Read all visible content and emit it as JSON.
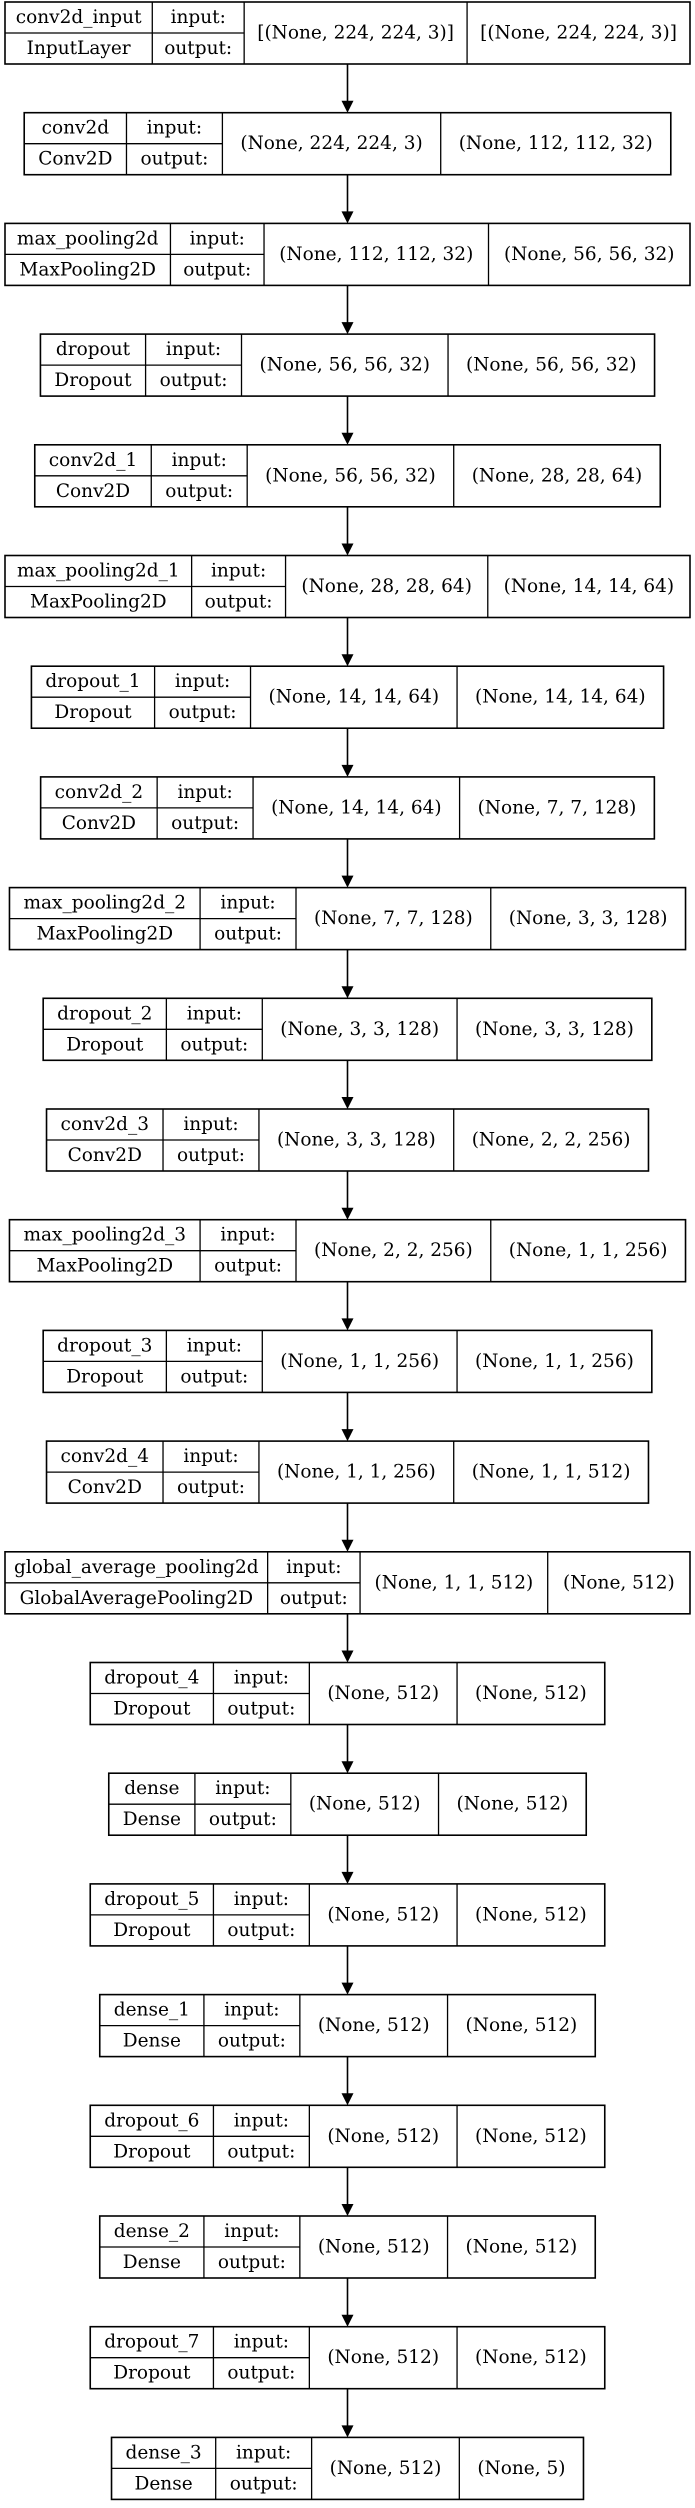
{
  "model_plot": {
    "input_label": "input:",
    "output_label": "output:",
    "layers": [
      {
        "name": "conv2d_input",
        "type": "InputLayer",
        "input_shape": "[(None, 224, 224, 3)]",
        "output_shape": "[(None, 224, 224, 3)]"
      },
      {
        "name": "conv2d",
        "type": "Conv2D",
        "input_shape": "(None, 224, 224, 3)",
        "output_shape": "(None, 112, 112, 32)"
      },
      {
        "name": "max_pooling2d",
        "type": "MaxPooling2D",
        "input_shape": "(None, 112, 112, 32)",
        "output_shape": "(None, 56, 56, 32)"
      },
      {
        "name": "dropout",
        "type": "Dropout",
        "input_shape": "(None, 56, 56, 32)",
        "output_shape": "(None, 56, 56, 32)"
      },
      {
        "name": "conv2d_1",
        "type": "Conv2D",
        "input_shape": "(None, 56, 56, 32)",
        "output_shape": "(None, 28, 28, 64)"
      },
      {
        "name": "max_pooling2d_1",
        "type": "MaxPooling2D",
        "input_shape": "(None, 28, 28, 64)",
        "output_shape": "(None, 14, 14, 64)"
      },
      {
        "name": "dropout_1",
        "type": "Dropout",
        "input_shape": "(None, 14, 14, 64)",
        "output_shape": "(None, 14, 14, 64)"
      },
      {
        "name": "conv2d_2",
        "type": "Conv2D",
        "input_shape": "(None, 14, 14, 64)",
        "output_shape": "(None, 7, 7, 128)"
      },
      {
        "name": "max_pooling2d_2",
        "type": "MaxPooling2D",
        "input_shape": "(None, 7, 7, 128)",
        "output_shape": "(None, 3, 3, 128)"
      },
      {
        "name": "dropout_2",
        "type": "Dropout",
        "input_shape": "(None, 3, 3, 128)",
        "output_shape": "(None, 3, 3, 128)"
      },
      {
        "name": "conv2d_3",
        "type": "Conv2D",
        "input_shape": "(None, 3, 3, 128)",
        "output_shape": "(None, 2, 2, 256)"
      },
      {
        "name": "max_pooling2d_3",
        "type": "MaxPooling2D",
        "input_shape": "(None, 2, 2, 256)",
        "output_shape": "(None, 1, 1, 256)"
      },
      {
        "name": "dropout_3",
        "type": "Dropout",
        "input_shape": "(None, 1, 1, 256)",
        "output_shape": "(None, 1, 1, 256)"
      },
      {
        "name": "conv2d_4",
        "type": "Conv2D",
        "input_shape": "(None, 1, 1, 256)",
        "output_shape": "(None, 1, 1, 512)"
      },
      {
        "name": "global_average_pooling2d",
        "type": "GlobalAveragePooling2D",
        "input_shape": "(None, 1, 1, 512)",
        "output_shape": "(None, 512)"
      },
      {
        "name": "dropout_4",
        "type": "Dropout",
        "input_shape": "(None, 512)",
        "output_shape": "(None, 512)"
      },
      {
        "name": "dense",
        "type": "Dense",
        "input_shape": "(None, 512)",
        "output_shape": "(None, 512)"
      },
      {
        "name": "dropout_5",
        "type": "Dropout",
        "input_shape": "(None, 512)",
        "output_shape": "(None, 512)"
      },
      {
        "name": "dense_1",
        "type": "Dense",
        "input_shape": "(None, 512)",
        "output_shape": "(None, 512)"
      },
      {
        "name": "dropout_6",
        "type": "Dropout",
        "input_shape": "(None, 512)",
        "output_shape": "(None, 512)"
      },
      {
        "name": "dense_2",
        "type": "Dense",
        "input_shape": "(None, 512)",
        "output_shape": "(None, 512)"
      },
      {
        "name": "dropout_7",
        "type": "Dropout",
        "input_shape": "(None, 512)",
        "output_shape": "(None, 512)"
      },
      {
        "name": "dense_3",
        "type": "Dense",
        "input_shape": "(None, 512)",
        "output_shape": "(None, 5)"
      }
    ]
  }
}
